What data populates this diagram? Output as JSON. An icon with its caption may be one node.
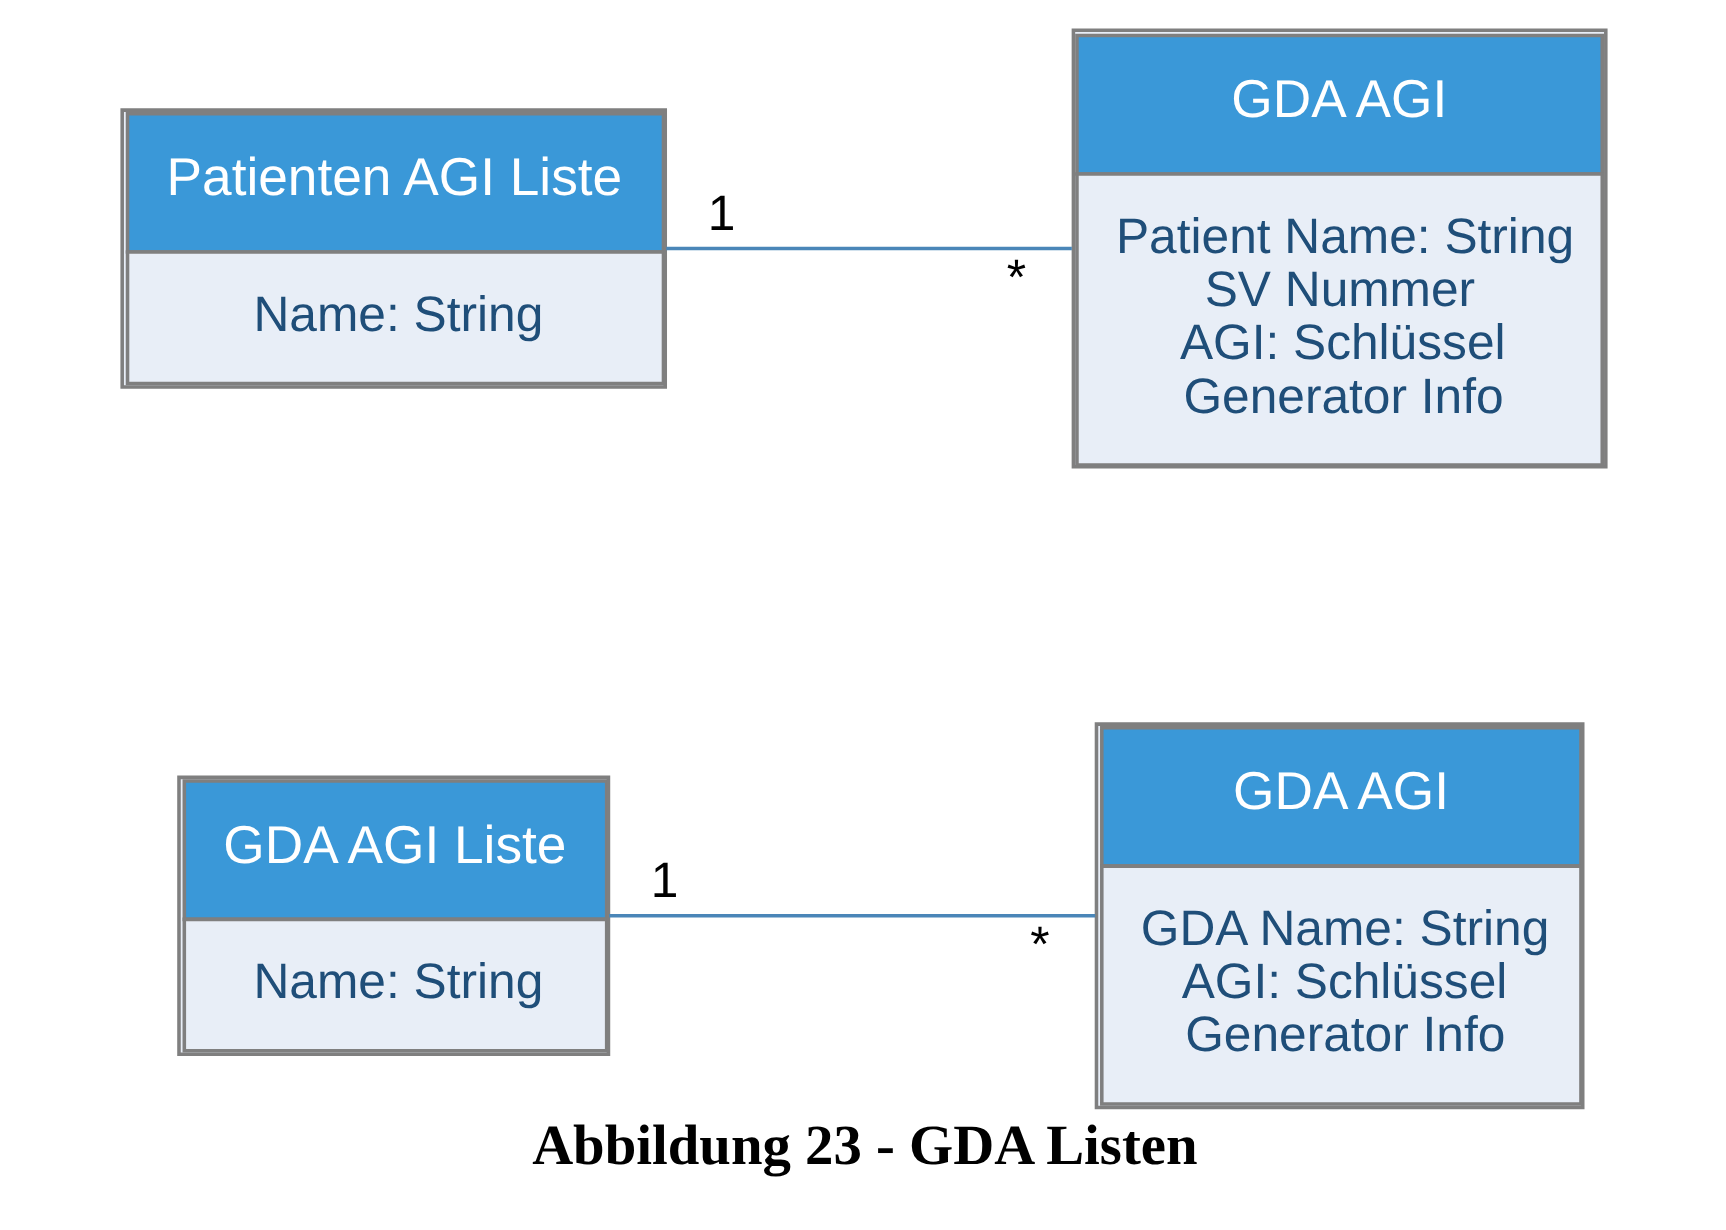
{
  "diagram": {
    "caption": "Abbildung 23 - GDA Listen",
    "nodes": [
      {
        "text": [
          "GDA AGI Liste",
          "Name: String"
        ]
      },
      {
        "text": [
          "GDA AGI",
          "GDA Name: String",
          "AGI: Schlüssel",
          "Generator Info"
        ]
      },
      {
        "text": [
          "Patienten AGI Liste",
          "Name: String"
        ]
      },
      {
        "text": [
          "GDA AGI",
          "Patient Name: String",
          "SV Nummer",
          "AGI: Schlüssel",
          "Generator Info"
        ]
      }
    ],
    "edges": [
      {
        "from": 0,
        "to": 1,
        "arrow": "none"
      },
      {
        "from": 2,
        "to": 3,
        "arrow": "none"
      }
    ],
    "labels": [
      "1",
      "*",
      "1",
      "*"
    ]
  }
}
